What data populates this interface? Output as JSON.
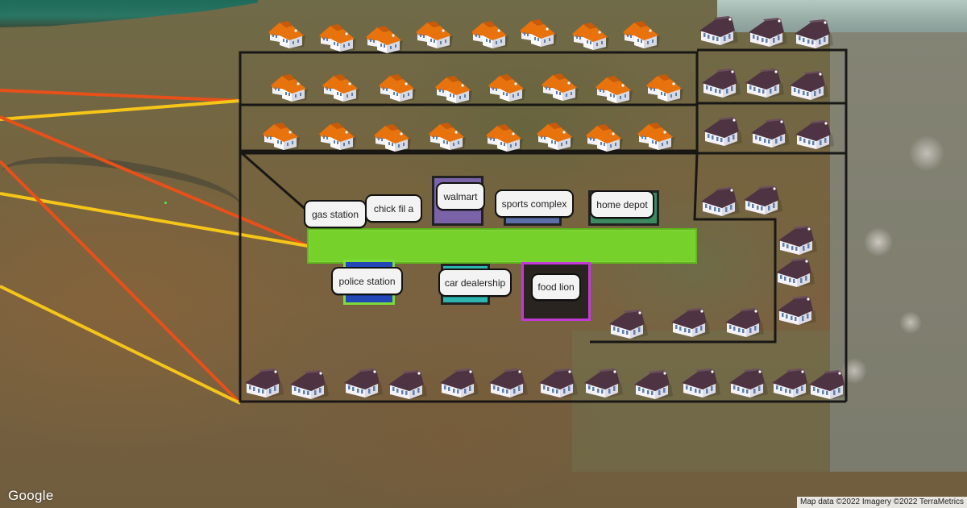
{
  "map": {
    "provider_logo": "Google",
    "attribution": "Map data ©2022 Imagery ©2022 TerraMetrics",
    "imagery": "satellite"
  },
  "colors": {
    "main_road": "#76d12b",
    "line_orange": "#e8501a",
    "line_yellow": "#f5c518",
    "zone_border": "#111111",
    "walmart": "#7b63a8",
    "sports_complex": "#5a6fa8",
    "home_depot": "#3d8a5e",
    "police_station": "#2447b8",
    "police_station_border": "#7ddb3a",
    "car_dealership": "#2fb5b0",
    "food_lion": "#2a2420",
    "food_lion_border": "#c23ad6",
    "house_orange_roof": "#e8720c",
    "house_dark_roof": "#4e3442"
  },
  "places": [
    {
      "id": "gas-station",
      "label": "gas station"
    },
    {
      "id": "chick-fil-a",
      "label": "chick fil a"
    },
    {
      "id": "walmart",
      "label": "walmart"
    },
    {
      "id": "sports-complex",
      "label": "sports complex"
    },
    {
      "id": "home-depot",
      "label": "home depot"
    },
    {
      "id": "police-station",
      "label": "police station"
    },
    {
      "id": "car-dealership",
      "label": "car dealership"
    },
    {
      "id": "food-lion",
      "label": "food lion"
    }
  ],
  "houses": {
    "orange_roof_count": 24,
    "dark_roof_count": 30
  }
}
